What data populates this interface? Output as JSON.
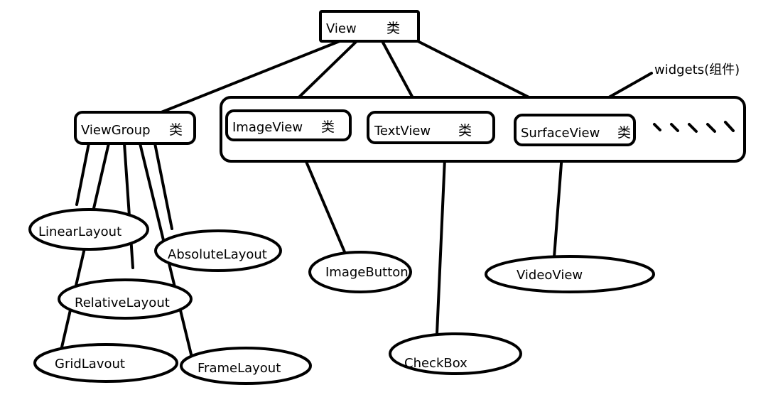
{
  "diagram": {
    "root": {
      "name": "View",
      "suffix": "类"
    },
    "widgets_label": "widgets(组件)",
    "viewgroup": {
      "name": "ViewGroup",
      "suffix": "类"
    },
    "widgets": [
      {
        "name": "ImageView",
        "suffix": "类"
      },
      {
        "name": "TextView",
        "suffix": "类"
      },
      {
        "name": "SurfaceView",
        "suffix": "类"
      }
    ],
    "layouts": {
      "linear": "LinearLayout",
      "absolute": "AbsoluteLayout",
      "relative": "RelativeLayout",
      "grid": "GridLavout",
      "frame": "FrameLayout"
    },
    "leaves": {
      "image_button": "ImageButton",
      "checkbox": "CheckBox",
      "video_view": "VideoView"
    }
  }
}
